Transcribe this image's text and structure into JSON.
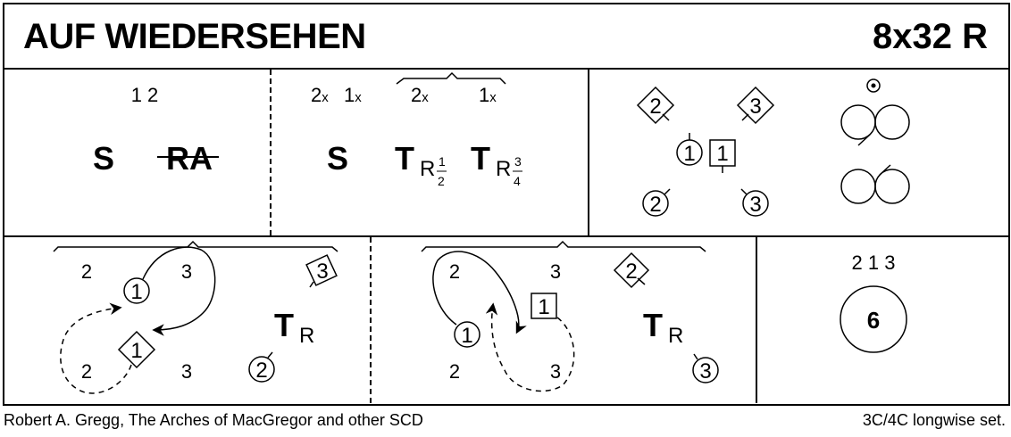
{
  "header": {
    "title": "AUF WIEDERSEHEN",
    "formation": "8x32 R"
  },
  "bars": [
    {
      "id": "bars-1-8",
      "cells": [
        {
          "dancers": "1 2",
          "figures": [
            {
              "symbol": "S",
              "label": "Set"
            },
            {
              "symbol": "RA",
              "label": "Right hands across (struck through)"
            }
          ]
        },
        {
          "counts": [
            "2x",
            "1x"
          ],
          "grouped_counts": [
            "2x",
            "1x"
          ],
          "figures": [
            {
              "symbol": "S",
              "label": "Set"
            },
            {
              "symbol": "T",
              "sub": "R",
              "fraction": {
                "num": "1",
                "den": "2"
              }
            },
            {
              "symbol": "T",
              "sub": "R",
              "fraction": {
                "num": "3",
                "den": "4"
              }
            }
          ]
        },
        {
          "positions": {
            "diamond_2": "2",
            "diamond_3": "3",
            "circle_1": "1",
            "square_1": "1",
            "circle_2": "2",
            "circle_3": "3"
          },
          "turn_symbols": [
            "curl-turn-low",
            "curl-turn-high"
          ],
          "dot_circle": true
        }
      ]
    },
    {
      "id": "bars-17-32",
      "cells": [
        {
          "labels": {
            "top_left": "2",
            "top_right": "3",
            "bottom_left": "2",
            "bottom_right": "3",
            "circle_1": "1",
            "diamond_1": "1",
            "diamond_3": "3",
            "circle_2": "2"
          },
          "figure": {
            "symbol": "T",
            "sub": "R"
          }
        },
        {
          "labels": {
            "top_left": "2",
            "top_right": "3",
            "bottom_left": "2",
            "bottom_right": "3",
            "circle_1": "1",
            "square_1": "1",
            "diamond_2": "2",
            "circle_3": "3"
          },
          "figure": {
            "symbol": "T",
            "sub": "R"
          }
        },
        {
          "order": "2 1 3",
          "circle_number": "6"
        }
      ]
    }
  ],
  "footer": {
    "source": "Robert A. Gregg, The Arches of MacGregor and other SCD",
    "set_type": "3C/4C longwise set."
  }
}
